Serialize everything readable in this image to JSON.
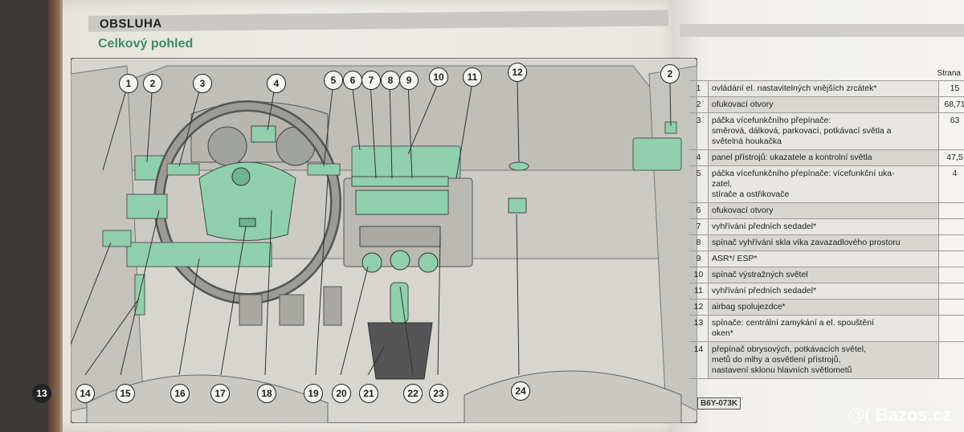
{
  "left_page": {
    "section": "OBSLUHA",
    "subtitle": "Celkový pohled",
    "doc_code": "B6Y-073K"
  },
  "callouts": [
    "1",
    "2",
    "3",
    "4",
    "5",
    "6",
    "7",
    "8",
    "9",
    "10",
    "11",
    "12",
    "2",
    "13",
    "14",
    "15",
    "16",
    "17",
    "18",
    "19",
    "20",
    "21",
    "22",
    "23",
    "24"
  ],
  "table": {
    "header": "Strana",
    "rows": [
      {
        "num": "1",
        "text": "ovládání el. nastavitelných vnějších zrcátek*",
        "page": "15"
      },
      {
        "num": "2",
        "text": "ofukovací otvory",
        "page": "68,71"
      },
      {
        "num": "3",
        "text": "páčka vícefunkčního přepínače:\nsměrová, dálková, parkovací, potkávací světla a\nsvětelná houkačka",
        "page": "63"
      },
      {
        "num": "4",
        "text": "panel přístrojů: ukazatele a kontrolní světla",
        "page": "47,5"
      },
      {
        "num": "5",
        "text": "páčka vícefunkčního přepínače: vícefunkční uka-\nzatel,\nstírače a ostřikovače",
        "page": "4"
      },
      {
        "num": "6",
        "text": "ofukovací otvory",
        "page": ""
      },
      {
        "num": "7",
        "text": "vyhřívání předních sedadel*",
        "page": ""
      },
      {
        "num": "8",
        "text": "spínač vyhřívání skla víka zavazadlového prostoru",
        "page": ""
      },
      {
        "num": "9",
        "text": "ASR*/ ESP*",
        "page": ""
      },
      {
        "num": "10",
        "text": "spínač výstražných světel",
        "page": ""
      },
      {
        "num": "11",
        "text": "vyhřívání předních sedadel*",
        "page": ""
      },
      {
        "num": "12",
        "text": "airbag spolujezdce*",
        "page": ""
      },
      {
        "num": "13",
        "text": "spínače: centrální zamykání a el. spouštění\noken*",
        "page": ""
      },
      {
        "num": "14",
        "text": "přepínač obrysových, potkávacích světel,\nmetů do mlhy a osvětlení přístrojů,\nnastavení sklonu hlavních světlometů",
        "page": ""
      }
    ]
  },
  "watermark": "@( Bazos.cz",
  "colors": {
    "accent_green": "#3f8a6b",
    "highlight_green": "#8fcfae",
    "paper": "#ecebe6"
  }
}
